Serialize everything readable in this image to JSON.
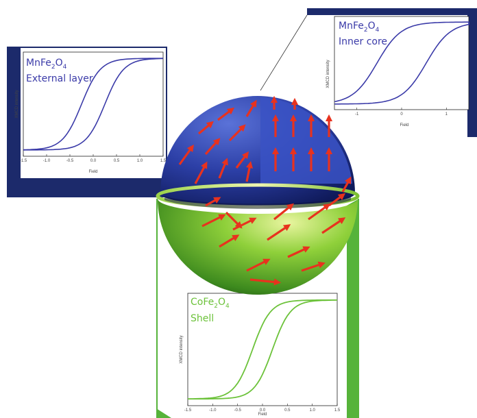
{
  "panels": {
    "external": {
      "compound": {
        "p1": "MnFe",
        "s1": "2",
        "p2": "O",
        "s2": "4"
      },
      "label": "External layer",
      "color": "#3a3aa8",
      "xlabel": "Field",
      "ylabel": "XMCD intensity",
      "xticks": [
        "-1.5",
        "-1.0",
        "-0.5",
        "0.0",
        "0.5",
        "1.0",
        "1.5"
      ]
    },
    "inner": {
      "compound": {
        "p1": "MnFe",
        "s1": "2",
        "p2": "O",
        "s2": "4"
      },
      "label": "Inner core",
      "color": "#3a3aa8",
      "xlabel": "Field",
      "ylabel": "XMCD intensity",
      "xticks": [
        "-1",
        "0",
        "1"
      ]
    },
    "shell": {
      "compound": {
        "p1": "CoFe",
        "s1": "2",
        "p2": "O",
        "s2": "4"
      },
      "label": "Shell",
      "color": "#6cc23a",
      "xlabel": "Field",
      "ylabel": "XMCD intensity",
      "xticks": [
        "-1.5",
        "-1.0",
        "-0.5",
        "0.0",
        "0.5",
        "1.0",
        "1.5"
      ]
    }
  },
  "colors": {
    "navy": "#1c2a6b",
    "green": "#56b33a",
    "sphere_blue": "#2c3fa6",
    "sphere_green": "#6fbf2e",
    "arrow_red": "#e8321e"
  },
  "chart_data": [
    {
      "type": "line",
      "panel": "external",
      "title": "External layer",
      "xlabel": "Field",
      "ylabel": "XMCD intensity",
      "xlim": [
        -1.5,
        1.5
      ],
      "loop": {
        "coercive_field": 0.25,
        "saturation_field": 0.9
      }
    },
    {
      "type": "line",
      "panel": "inner",
      "title": "Inner core",
      "xlabel": "Field",
      "ylabel": "XMCD intensity",
      "xlim": [
        -1.5,
        1.5
      ],
      "loop": {
        "coercive_field": 0.55,
        "saturation_field": 1.2
      }
    },
    {
      "type": "line",
      "panel": "shell",
      "title": "Shell",
      "xlabel": "Field",
      "ylabel": "XMCD intensity",
      "xlim": [
        -1.5,
        1.5
      ],
      "loop": {
        "coercive_field": 0.2,
        "saturation_field": 0.8
      }
    }
  ]
}
